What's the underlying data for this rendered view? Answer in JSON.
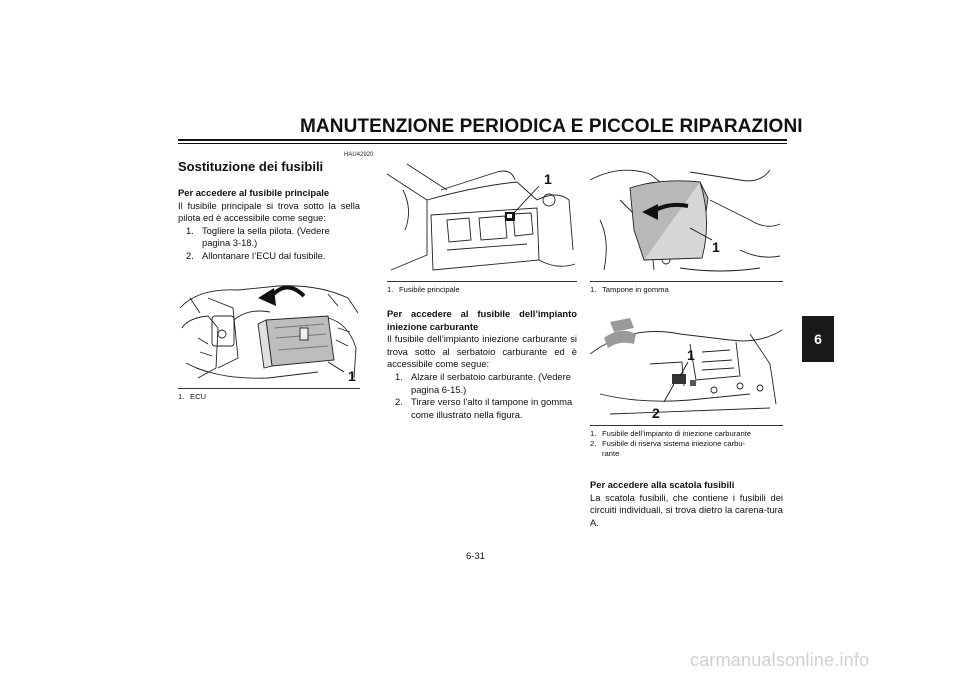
{
  "header": {
    "title": "MANUTENZIONE PERIODICA E PICCOLE RIPARAZIONI",
    "chapter_tab": "6"
  },
  "left_column": {
    "ref_code": "HAU42920",
    "section_title": "Sostituzione dei fusibili",
    "subhead": "Per accedere al fusibile principale",
    "intro": "Il fusibile principale si trova sotto la sella pilota ed è accessibile come segue:",
    "steps": [
      {
        "num": "1.",
        "text": "Togliere la sella pilota. (Vedere pagina 3-18.)"
      },
      {
        "num": "2.",
        "text": "Allontanare l’ECU dal fusibile."
      }
    ],
    "figure": {
      "callouts": [
        "1"
      ]
    },
    "caption": [
      {
        "num": "1.",
        "text": "ECU"
      }
    ]
  },
  "middle_column": {
    "figure": {
      "callouts": [
        "1"
      ]
    },
    "caption": [
      {
        "num": "1.",
        "text": "Fusibile principale"
      }
    ],
    "subhead": "Per accedere al fusibile dell’impianto iniezione carburante",
    "intro": "Il fusibile dell’impianto iniezione carburante si trova sotto al serbatoio carburante ed è accessibile come segue:",
    "steps": [
      {
        "num": "1.",
        "text": "Alzare il serbatoio carburante. (Vedere pagina 6-15.)"
      },
      {
        "num": "2.",
        "text": "Tirare verso l’alto il tampone in gomma come illustrato nella figura."
      }
    ]
  },
  "right_column": {
    "figure_top": {
      "callouts": [
        "1"
      ]
    },
    "caption_top": [
      {
        "num": "1.",
        "text": "Tampone in gomma"
      }
    ],
    "figure_bottom": {
      "callouts": [
        "1",
        "2"
      ]
    },
    "caption_bottom": [
      {
        "num": "1.",
        "text": "Fusibile dell’impianto di iniezione carburante"
      },
      {
        "num": "2.",
        "text": "Fusibile di riserva sistema iniezione carbu-rante"
      }
    ],
    "subhead": "Per accedere alla scatola fusibili",
    "intro": "La scatola fusibili, che contiene i fusibili dei circuiti individuali, si trova dietro la carena-tura A."
  },
  "footer": {
    "page_number": "6-31",
    "watermark": "carmanualsonline.info"
  }
}
